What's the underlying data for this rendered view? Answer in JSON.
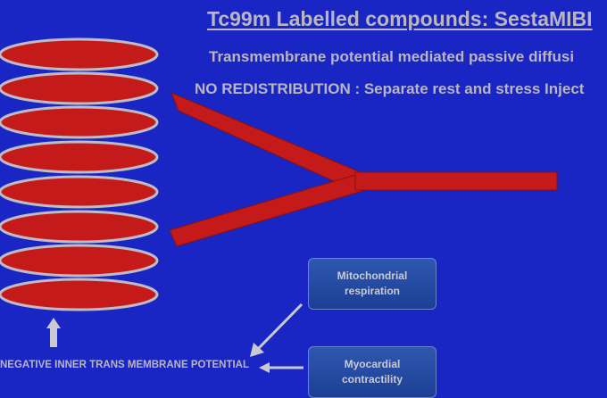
{
  "title": "Tc99m Labelled compounds: SestaMIBI",
  "subtitle_lines": [
    "Transmembrane potential mediated passive diffusi",
    "NO REDISTRIBUTION : Separate rest and stress Inject"
  ],
  "boxes": [
    {
      "label_lines": [
        "Mitochondrial",
        "respiration"
      ]
    },
    {
      "label_lines": [
        "Myocardial",
        "contractility"
      ]
    }
  ],
  "bottom_label": "NEGATIVE INNER TRANS MEMBRANE POTENTIAL",
  "colors": {
    "background": "#1a26c4",
    "disc_fill": "#c41a1a",
    "disc_outline": "#bfbcc6",
    "text": "#b9b6bf",
    "arrow": "#c9c9d4"
  },
  "icons": [
    "up-arrow-icon",
    "diagonal-arrow-icon",
    "left-arrow-icon"
  ]
}
